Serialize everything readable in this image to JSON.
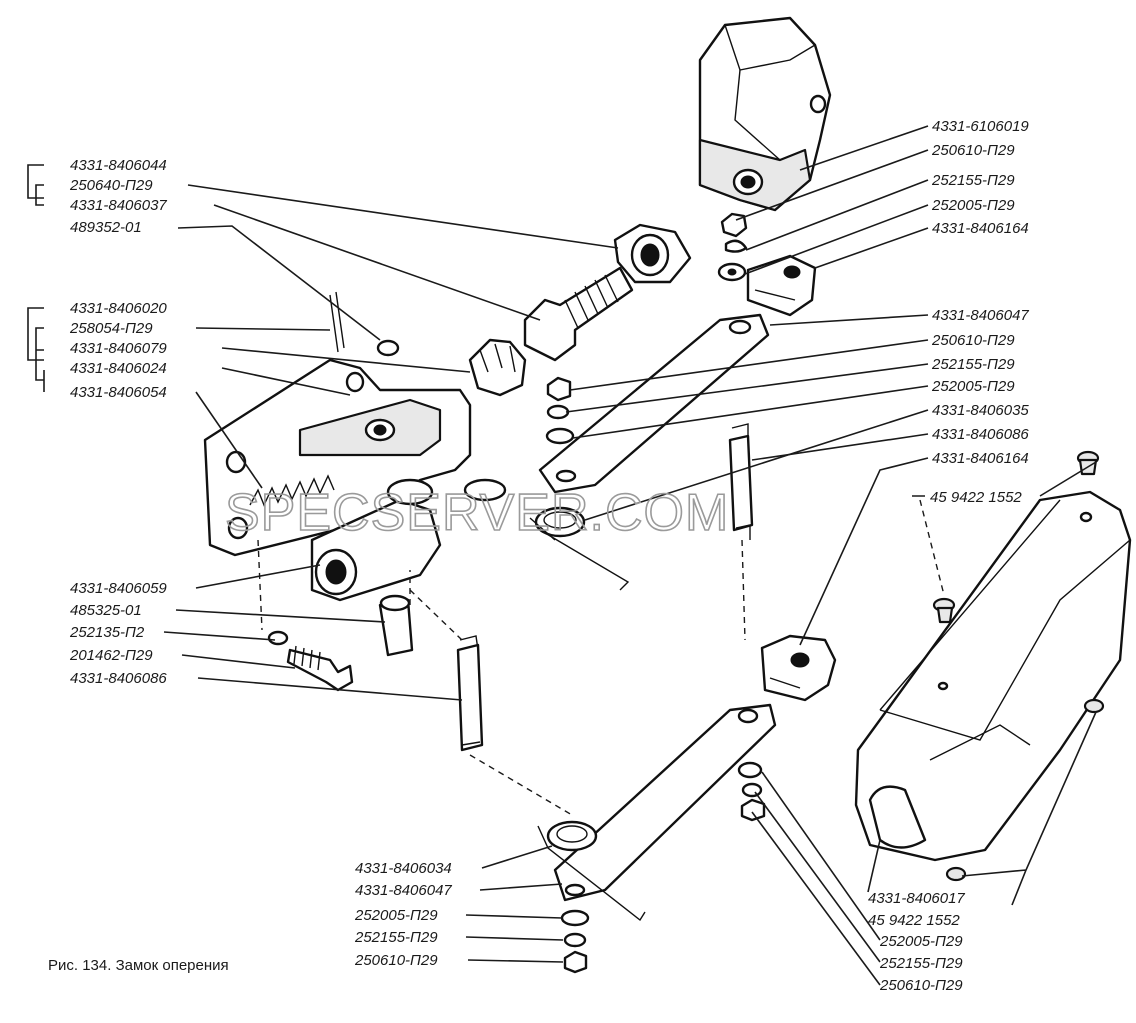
{
  "caption": "Рис. 134. Замок оперения",
  "watermark": "SPECSERVER.COM",
  "labels_left": [
    "4331-8406044",
    "250640-П29",
    "4331-8406037",
    "489352-01",
    "4331-8406020",
    "258054-П29",
    "4331-8406079",
    "4331-8406024",
    "4331-8406054",
    "4331-8406059",
    "485325-01",
    "252135-П2",
    "201462-П29",
    "4331-8406086"
  ],
  "labels_right": [
    "4331-6106019",
    "250610-П29",
    "252155-П29",
    "252005-П29",
    "4331-8406164",
    "4331-8406047",
    "250610-П29",
    "252155-П29",
    "252005-П29",
    "4331-8406035",
    "4331-8406086",
    "4331-8406164",
    "45 9422 1552"
  ],
  "labels_bottom_center": [
    "4331-8406034",
    "4331-8406047",
    "252005-П29",
    "252155-П29",
    "250610-П29"
  ],
  "labels_bottom_right": [
    "4331-8406017",
    "45 9422 1552",
    "252005-П29",
    "252155-П29",
    "250610-П29"
  ]
}
